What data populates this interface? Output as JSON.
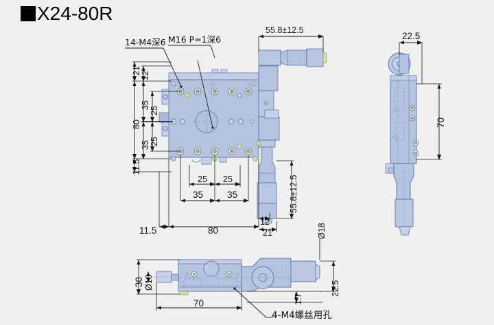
{
  "title": {
    "bullet": "■",
    "model": "X24-80R"
  },
  "colors": {
    "background": "#f0f0f0",
    "part_fill": "#b4c3e0",
    "part_fill_light": "#c6d2ea",
    "part_stroke": "#5a6f9e",
    "dimension_line": "#1a1a1a",
    "text": "#111111",
    "hole_ring": "#d8dfa0"
  },
  "views": {
    "top_view": {
      "name": "top-plan-view"
    },
    "side_view": {
      "name": "right-side-view"
    },
    "front_view": {
      "name": "bottom-front-view"
    }
  },
  "annotations": {
    "callout_holes": "14-M4深6",
    "callout_thread": "M16 P=1深6",
    "callout_screw_holes": "4-M4螺丝用孔"
  },
  "dimensions": {
    "top_travel": "55.8±12.5",
    "right_travel": "55.8±12.5",
    "side_width": "22.5",
    "side_height": "70",
    "left_21": "21",
    "left_12": "12",
    "left_80": "80",
    "left_35_upper": "35",
    "left_25_upper": "25",
    "left_25_lower": "25",
    "left_35_lower": "35",
    "left_115": "11.5",
    "bottom_115": "11.5",
    "bottom_80": "80",
    "bottom_12": "12",
    "bottom_21": "21",
    "chain_25_left": "25",
    "chain_25_right": "25",
    "chain_35_left": "35",
    "chain_35_right": "35",
    "front_30": "30",
    "front_dia10": "Ø10",
    "front_70": "70",
    "front_17": "1.7",
    "front_225": "22.5",
    "front_dia18": "Ø18"
  }
}
